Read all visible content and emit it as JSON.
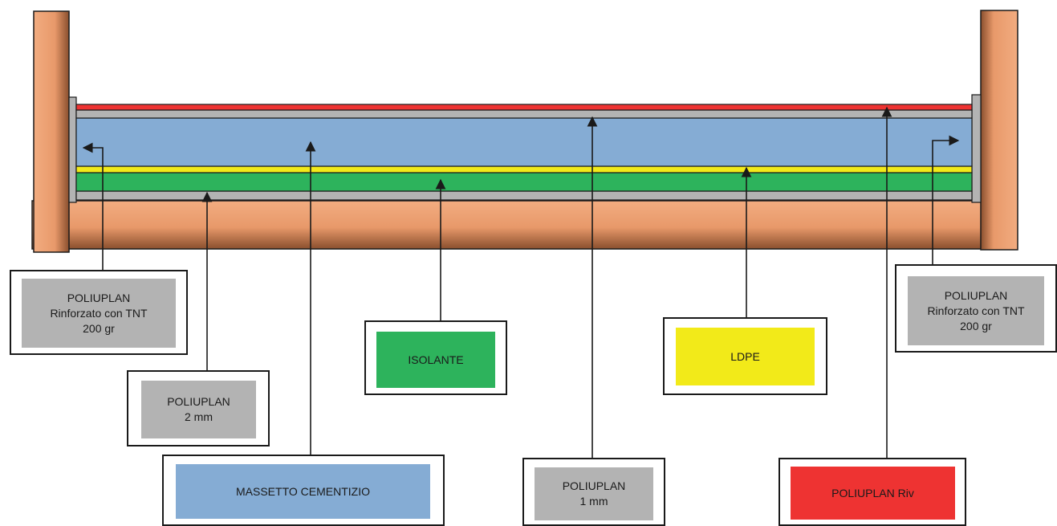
{
  "colors": {
    "wood_light": "#f2ac80",
    "wood_dark": "#8a4f2e",
    "screed": "#85acd4",
    "insulation": "#2db35c",
    "ldpe": "#f2ea19",
    "membrane_red": "#ee3332",
    "membrane_grey": "#b3b3b3",
    "grey_box": "#b3b3b3",
    "outline": "#1a1a1a"
  },
  "labels": {
    "tnt_left": {
      "lines": [
        "POLIUPLAN",
        "Rinforzato con TNT",
        "200 gr"
      ],
      "color": "#b3b3b3"
    },
    "poliuplan_2mm": {
      "lines": [
        "POLIUPLAN",
        "2 mm"
      ],
      "color": "#b3b3b3"
    },
    "massetto": {
      "lines": [
        "MASSETTO CEMENTIZIO"
      ],
      "color": "#85acd4"
    },
    "isolante": {
      "lines": [
        "ISOLANTE"
      ],
      "color": "#2db35c"
    },
    "poliuplan_1mm": {
      "lines": [
        "POLIUPLAN",
        "1 mm"
      ],
      "color": "#b3b3b3"
    },
    "ldpe": {
      "lines": [
        "LDPE"
      ],
      "color": "#f2ea19"
    },
    "poliuplan_riv": {
      "lines": [
        "POLIUPLAN Riv"
      ],
      "color": "#ee3332"
    },
    "tnt_right": {
      "lines": [
        "POLIUPLAN",
        "Rinforzato con TNT",
        "200 gr"
      ],
      "color": "#b3b3b3"
    }
  }
}
